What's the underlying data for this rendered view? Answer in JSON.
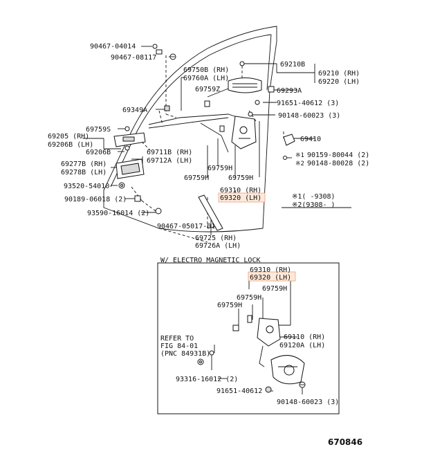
{
  "labels": {
    "p_90467_04014": "90467-04014",
    "p_90467_08117": "90467-08117",
    "p_69750b": "69750B (RH)",
    "p_69760a": "69760A (LH)",
    "p_69210b": "69210B",
    "p_69210": "69210 (RH)",
    "p_69220": "69220 (LH)",
    "p_69759z": "69759Z",
    "p_69293a": "69293A",
    "p_69349a": "69349A",
    "p_91651_40612_a": "91651-40612 (3)",
    "p_90148_60023_a": "90148-60023 (3)",
    "p_69205": "69205  (RH)",
    "p_69206b": "69206B (LH)",
    "p_69759s": "69759S",
    "p_69410": "69410",
    "p_69206b2": "69206B",
    "p_69711b": "69711B (RH)",
    "p_69712a": "69712A (LH)",
    "p_90159_80044": "90159-80044 (2)",
    "p_90148_80028": "90148-80028 (2)",
    "p_69277b": "69277B (RH)",
    "p_69278b": "69278B (LH)",
    "p_69759h_a": "69759H",
    "p_69759h_b": "69759H",
    "p_69759h_c": "69759H",
    "p_93520_54010": "93520-54010",
    "p_69310_a": "69310 (RH)",
    "p_69320_a": "69320 (LH)",
    "p_90189_06018": "90189-06018 (2)",
    "p_93590_16014": "93590-16014 (2)",
    "note1": "※1(     -9308)",
    "note2": "※2(9308-     )",
    "note_mark1": "※1",
    "note_mark2": "※2",
    "p_90467_05017": "90467-05017-01",
    "p_69725": "69725   (RH)",
    "p_69726a": "69726A (LH)",
    "section_title": "W/ ELECTRO MAGNETIC LOCK",
    "p_69310_b": "69310 (RH)",
    "p_69320_b": "69320 (LH)",
    "p_69759h_d": "69759H",
    "p_69759h_e": "69759H",
    "p_69759h_f": "69759H",
    "refer1": "REFER TO",
    "refer2": "FIG 84-01",
    "refer3": "(PNC 84931B)",
    "p_69110": "69110   (RH)",
    "p_69120a": "69120A (LH)",
    "p_93316_16012": "93316-16012 (2)",
    "p_91651_40612_b": "91651-40612",
    "p_90148_60023_b": "90148-60023 (3)",
    "figure_no": "670846"
  },
  "colors": {
    "highlight_fill": "#fde9d9",
    "highlight_stroke": "#e8a080",
    "ink": "#111111"
  }
}
